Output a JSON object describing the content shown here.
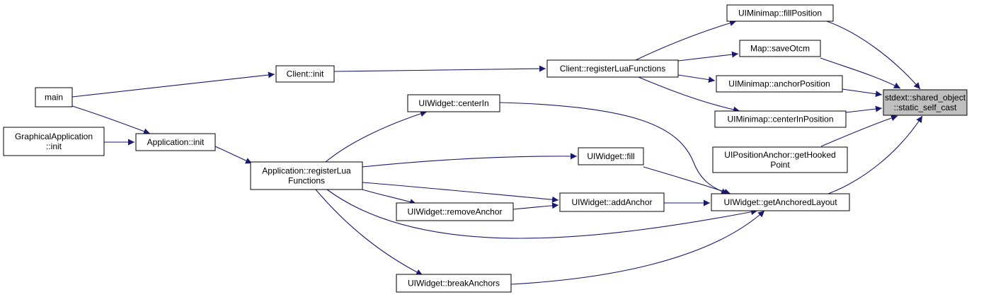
{
  "diagram": {
    "nodes": [
      {
        "id": "n_root",
        "lines": [
          "stdext::shared_object",
          "::static_self_cast"
        ],
        "highlight": true
      },
      {
        "id": "n_minimap_fill",
        "lines": [
          "UIMinimap::fillPosition"
        ]
      },
      {
        "id": "n_map_saveotcm",
        "lines": [
          "Map::saveOtcm"
        ]
      },
      {
        "id": "n_minimap_anchor",
        "lines": [
          "UIMinimap::anchorPosition"
        ]
      },
      {
        "id": "n_minimap_center",
        "lines": [
          "UIMinimap::centerInPosition"
        ]
      },
      {
        "id": "n_posanchor_hooked",
        "lines": [
          "UIPositionAnchor::getHooked",
          "Point"
        ]
      },
      {
        "id": "n_widget_anchoredlayout",
        "lines": [
          "UIWidget::getAnchoredLayout"
        ]
      },
      {
        "id": "n_client_reglua",
        "lines": [
          "Client::registerLuaFunctions"
        ]
      },
      {
        "id": "n_client_init",
        "lines": [
          "Client::init"
        ]
      },
      {
        "id": "n_main",
        "lines": [
          "main"
        ]
      },
      {
        "id": "n_widget_centerin",
        "lines": [
          "UIWidget::centerIn"
        ]
      },
      {
        "id": "n_widget_fill",
        "lines": [
          "UIWidget::fill"
        ]
      },
      {
        "id": "n_widget_addanchor",
        "lines": [
          "UIWidget::addAnchor"
        ]
      },
      {
        "id": "n_widget_removeanchor",
        "lines": [
          "UIWidget::removeAnchor"
        ]
      },
      {
        "id": "n_widget_breakanchors",
        "lines": [
          "UIWidget::breakAnchors"
        ]
      },
      {
        "id": "n_app_reglua",
        "lines": [
          "Application::registerLua",
          "Functions"
        ]
      },
      {
        "id": "n_app_init",
        "lines": [
          "Application::init"
        ]
      },
      {
        "id": "n_graphical_init",
        "lines": [
          "GraphicalApplication",
          "::init"
        ]
      }
    ],
    "edges": [
      {
        "from": "n_minimap_fill",
        "to": "n_root"
      },
      {
        "from": "n_map_saveotcm",
        "to": "n_root"
      },
      {
        "from": "n_minimap_anchor",
        "to": "n_root"
      },
      {
        "from": "n_minimap_center",
        "to": "n_root"
      },
      {
        "from": "n_posanchor_hooked",
        "to": "n_root"
      },
      {
        "from": "n_widget_anchoredlayout",
        "to": "n_root"
      },
      {
        "from": "n_client_reglua",
        "to": "n_minimap_fill"
      },
      {
        "from": "n_client_reglua",
        "to": "n_map_saveotcm"
      },
      {
        "from": "n_client_reglua",
        "to": "n_minimap_anchor"
      },
      {
        "from": "n_client_reglua",
        "to": "n_minimap_center"
      },
      {
        "from": "n_client_init",
        "to": "n_client_reglua"
      },
      {
        "from": "n_main",
        "to": "n_client_init"
      },
      {
        "from": "n_main",
        "to": "n_app_init"
      },
      {
        "from": "n_graphical_init",
        "to": "n_app_init"
      },
      {
        "from": "n_app_init",
        "to": "n_app_reglua"
      },
      {
        "from": "n_app_reglua",
        "to": "n_widget_centerin"
      },
      {
        "from": "n_app_reglua",
        "to": "n_widget_fill"
      },
      {
        "from": "n_app_reglua",
        "to": "n_widget_addanchor"
      },
      {
        "from": "n_app_reglua",
        "to": "n_widget_removeanchor"
      },
      {
        "from": "n_app_reglua",
        "to": "n_widget_breakanchors"
      },
      {
        "from": "n_app_reglua",
        "to": "n_widget_anchoredlayout"
      },
      {
        "from": "n_widget_centerin",
        "to": "n_widget_anchoredlayout"
      },
      {
        "from": "n_widget_fill",
        "to": "n_widget_anchoredlayout"
      },
      {
        "from": "n_widget_addanchor",
        "to": "n_widget_anchoredlayout"
      },
      {
        "from": "n_widget_removeanchor",
        "to": "n_widget_addanchor"
      },
      {
        "from": "n_widget_breakanchors",
        "to": "n_widget_anchoredlayout"
      }
    ],
    "colors": {
      "edge": "#191970",
      "node_border": "#000000",
      "node_fill": "#ffffff",
      "root_fill": "#bfbfbf"
    }
  }
}
